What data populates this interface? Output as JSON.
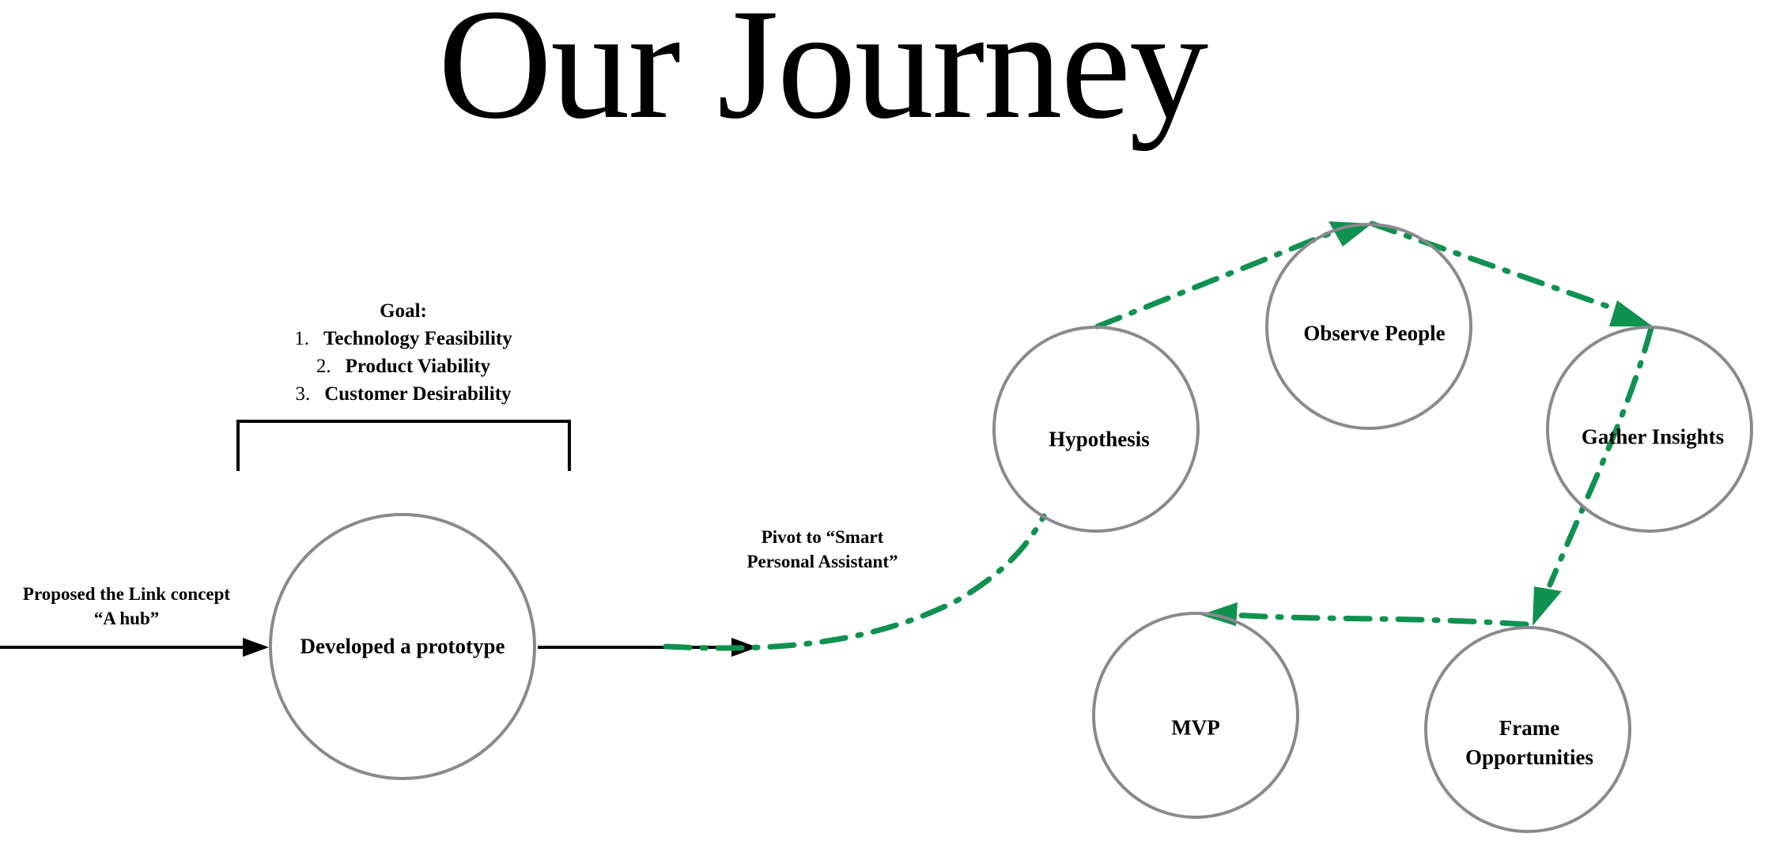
{
  "title": "Our Journey",
  "goal": {
    "heading": "Goal:",
    "items": [
      {
        "num": "1.",
        "text": "Technology Feasibility"
      },
      {
        "num": "2.",
        "text": "Product Viability"
      },
      {
        "num": "3.",
        "text": "Customer Desirability"
      }
    ]
  },
  "edges": {
    "proposed_line1": "Proposed the Link concept",
    "proposed_line2": "“A hub”",
    "pivot_line1": "Pivot to “Smart",
    "pivot_line2": "Personal Assistant”"
  },
  "nodes": {
    "prototype": "Developed a prototype",
    "hypothesis": "Hypothesis",
    "observe": "Observe People",
    "gather": "Gather Insights",
    "frame_line1": "Frame",
    "frame_line2": "Opportunities",
    "mvp": "MVP"
  },
  "colors": {
    "node_stroke": "#8a898e",
    "path_green": "#0f9150",
    "line_black": "#000000"
  }
}
